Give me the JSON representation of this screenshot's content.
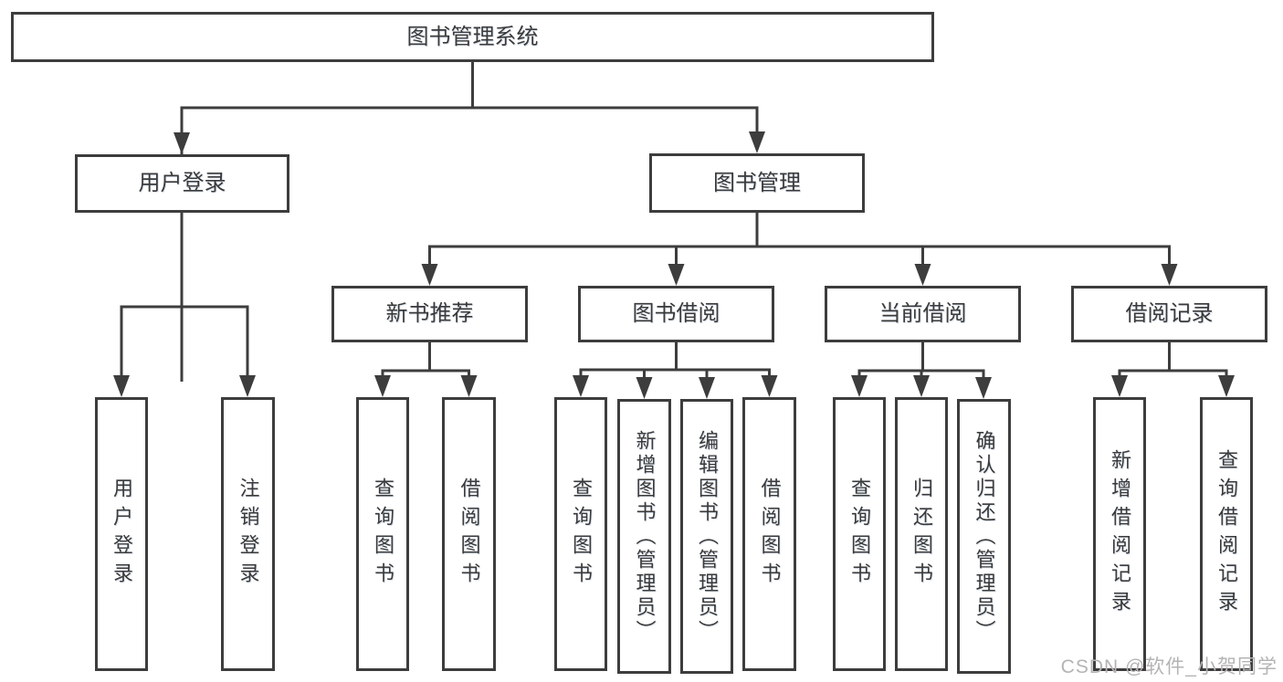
{
  "diagram": {
    "type": "hierarchy-tree",
    "tree": {
      "root": {
        "label": "图书管理系统",
        "children": [
          {
            "label": "用户登录",
            "children": [
              {
                "label": "用户登录"
              },
              {
                "label": "注销登录"
              }
            ]
          },
          {
            "label": "图书管理",
            "children": [
              {
                "label": "新书推荐",
                "children": [
                  {
                    "label": "查询图书"
                  },
                  {
                    "label": "借阅图书"
                  }
                ]
              },
              {
                "label": "图书借阅",
                "children": [
                  {
                    "label": "查询图书"
                  },
                  {
                    "label": "新增图书（管理员）"
                  },
                  {
                    "label": "编辑图书（管理员）"
                  },
                  {
                    "label": "借阅图书"
                  }
                ]
              },
              {
                "label": "当前借阅",
                "children": [
                  {
                    "label": "查询图书"
                  },
                  {
                    "label": "归还图书"
                  },
                  {
                    "label": "确认归还（管理员）"
                  }
                ]
              },
              {
                "label": "借阅记录",
                "children": [
                  {
                    "label": "新增借阅记录"
                  },
                  {
                    "label": "查询借阅记录"
                  }
                ]
              }
            ]
          }
        ]
      }
    },
    "colors": {
      "line": "#3d3d3d",
      "box_border": "#3d3d3d",
      "text": "#3a3a3a",
      "background": "#ffffff",
      "watermark": "#b5b3b3"
    }
  },
  "watermark": {
    "text": "CSDN @软件_小贺同学"
  }
}
